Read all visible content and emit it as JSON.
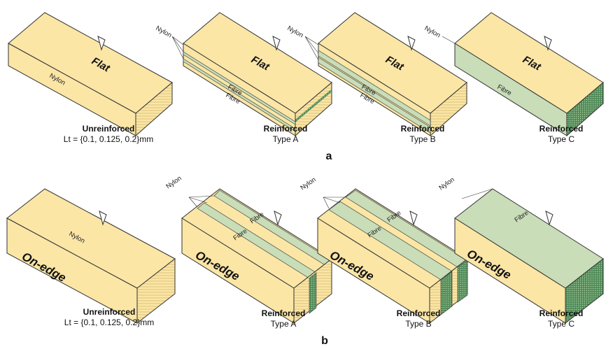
{
  "colors": {
    "nylon": "#fbe6a6",
    "fibre": "#c8ddb8",
    "fibre_dark": "#4f8a58",
    "outline": "#333333"
  },
  "row_a": {
    "panel_label": "a",
    "orientation": "Flat",
    "specimens": [
      {
        "caption1": "Unreinforced",
        "caption2": "Lt = {0.1, 0.125, 0.2}mm",
        "material": "Nylon"
      },
      {
        "caption1": "Reinforced",
        "caption2": "Type A",
        "nylon": "Nylon",
        "fibre": "Fibre"
      },
      {
        "caption1": "Reinforced",
        "caption2": "Type B",
        "nylon": "Nylon",
        "fibre": "Fibre"
      },
      {
        "caption1": "Reinforced",
        "caption2": "Type C",
        "nylon": "Nylon",
        "fibre": "Fibre"
      }
    ]
  },
  "row_b": {
    "panel_label": "b",
    "orientation": "On-edge",
    "specimens": [
      {
        "caption1": "Unreinforced",
        "caption2": "Lt = {0.1, 0.125, 0.2}mm",
        "material": "Nylon"
      },
      {
        "caption1": "Reinforced",
        "caption2": "Type A",
        "nylon": "Nylon",
        "fibre": "Fibre"
      },
      {
        "caption1": "Reinforced",
        "caption2": "Type B",
        "nylon": "Nylon",
        "fibre": "Fibre"
      },
      {
        "caption1": "Reinforced",
        "caption2": "Type C",
        "nylon": "Nylon",
        "fibre": "Fibre"
      }
    ]
  }
}
